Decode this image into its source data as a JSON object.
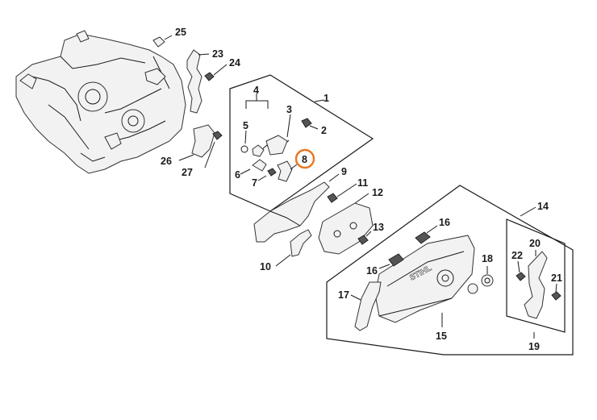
{
  "highlight_color": "#e87722",
  "callouts": [
    {
      "id": "c1",
      "label": "1"
    },
    {
      "id": "c2",
      "label": "2"
    },
    {
      "id": "c3",
      "label": "3"
    },
    {
      "id": "c4",
      "label": "4"
    },
    {
      "id": "c5",
      "label": "5"
    },
    {
      "id": "c6",
      "label": "6"
    },
    {
      "id": "c7",
      "label": "7"
    },
    {
      "id": "c8",
      "label": "8",
      "highlighted": true
    },
    {
      "id": "c9",
      "label": "9"
    },
    {
      "id": "c10",
      "label": "10"
    },
    {
      "id": "c11",
      "label": "11"
    },
    {
      "id": "c12",
      "label": "12"
    },
    {
      "id": "c13",
      "label": "13"
    },
    {
      "id": "c14",
      "label": "14"
    },
    {
      "id": "c15",
      "label": "15"
    },
    {
      "id": "c16a",
      "label": "16"
    },
    {
      "id": "c16b",
      "label": "16"
    },
    {
      "id": "c17",
      "label": "17"
    },
    {
      "id": "c18",
      "label": "18"
    },
    {
      "id": "c19",
      "label": "19"
    },
    {
      "id": "c20",
      "label": "20"
    },
    {
      "id": "c21",
      "label": "21"
    },
    {
      "id": "c22",
      "label": "22"
    },
    {
      "id": "c23",
      "label": "23"
    },
    {
      "id": "c24",
      "label": "24"
    },
    {
      "id": "c25",
      "label": "25"
    },
    {
      "id": "c26",
      "label": "26"
    },
    {
      "id": "c27",
      "label": "27"
    }
  ],
  "brand_mark": "STIHL"
}
